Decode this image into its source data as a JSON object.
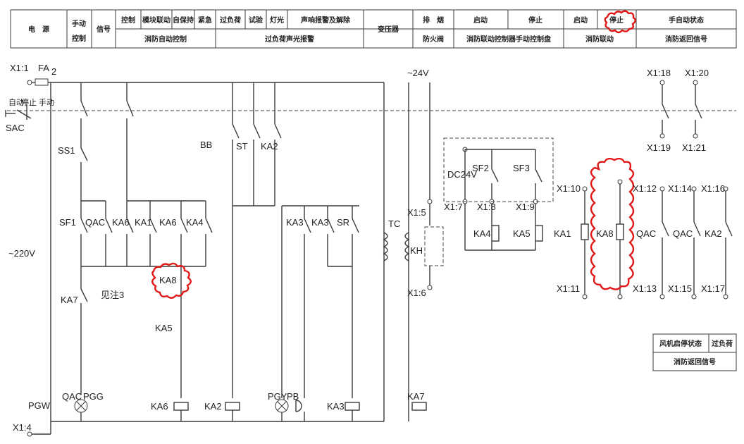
{
  "header": {
    "power": "电　源",
    "manual_1": "手动",
    "manual_2": "控制",
    "signal": "信号",
    "control": "控制",
    "module_link": "模块联动",
    "self_hold": "自保持",
    "emergency": "紧急",
    "fire_auto": "消防自动控制",
    "overload": "过负荷",
    "test": "试验",
    "light": "灯光",
    "sound_alarm": "声响报警及解除",
    "overload_alarm": "过负荷声光报警",
    "transformer": "变压器",
    "smoke_exhaust": "排　烟",
    "fire_valve": "防火阀",
    "start_1": "启动",
    "stop_1": "停止",
    "panel": "消防联动控制器手动控制盘",
    "start_2": "启动",
    "stop_2": "停止",
    "fire_link": "消防联动",
    "auto_state": "手自动状态",
    "fire_return": "消防返回信号"
  },
  "labels": {
    "x1_1": "X1:1",
    "fa": "FA",
    "n2": "2",
    "auto": "自动",
    "stop": "停止",
    "manual": "手动",
    "sac": "SAC",
    "v220": "~220V",
    "v24": "~24V",
    "x1_4": "X1:4",
    "ss1": "SS1",
    "sf1": "SF1",
    "qac": "QAC",
    "ka6": "KA6",
    "ka1": "KA1",
    "ka4": "KA4",
    "ka8": "KA8",
    "ka7": "KA7",
    "note3": "见注3",
    "ka5": "KA5",
    "bb": "BB",
    "st": "ST",
    "ka2": "KA2",
    "ka3": "KA3",
    "sr": "SR",
    "tc": "TC",
    "kh": "KH",
    "x1_5": "X1:5",
    "x1_6": "X1:6",
    "dc24v": "DC24V",
    "sf2": "SF2",
    "sf3": "SF3",
    "x1_7": "X1:7",
    "x1_8": "X1:8",
    "x1_9": "X1:9",
    "x1_10": "X1:10",
    "x1_11": "X1:11",
    "x1_12": "X1:12",
    "x1_13": "X1:13",
    "x1_14": "X1:14",
    "x1_15": "X1:15",
    "x1_16": "X1:16",
    "x1_17": "X1:17",
    "x1_18": "X1:18",
    "x1_19": "X1:19",
    "x1_20": "X1:20",
    "x1_21": "X1:21",
    "pgw": "PGW",
    "pgg": "PGG",
    "pgy": "PGY",
    "pb": "PB",
    "fan_state": "风机启停状态",
    "overload2": "过负荷",
    "fire_return2": "消防返回信号"
  }
}
